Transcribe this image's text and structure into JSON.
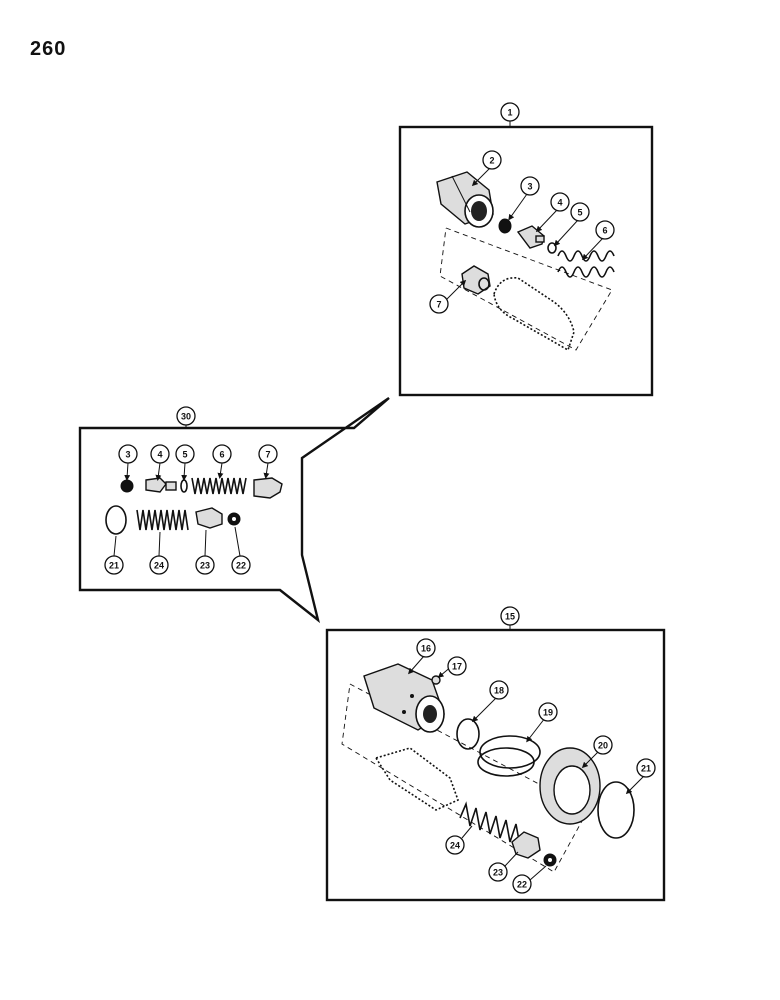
{
  "page_number": "260",
  "callouts": {
    "c1": "1",
    "c2": "2",
    "c3a": "3",
    "c4a": "4",
    "c5a": "5",
    "c6a": "6",
    "c7a": "7",
    "c30": "30",
    "c3b": "3",
    "c4b": "4",
    "c5b": "5",
    "c6b": "6",
    "c7b": "7",
    "c21a": "21",
    "c24a": "24",
    "c23a": "23",
    "c22a": "22",
    "c15": "15",
    "c16": "16",
    "c17": "17",
    "c18": "18",
    "c19": "19",
    "c20": "20",
    "c21b": "21",
    "c24b": "24",
    "c23b": "23",
    "c22b": "22"
  }
}
